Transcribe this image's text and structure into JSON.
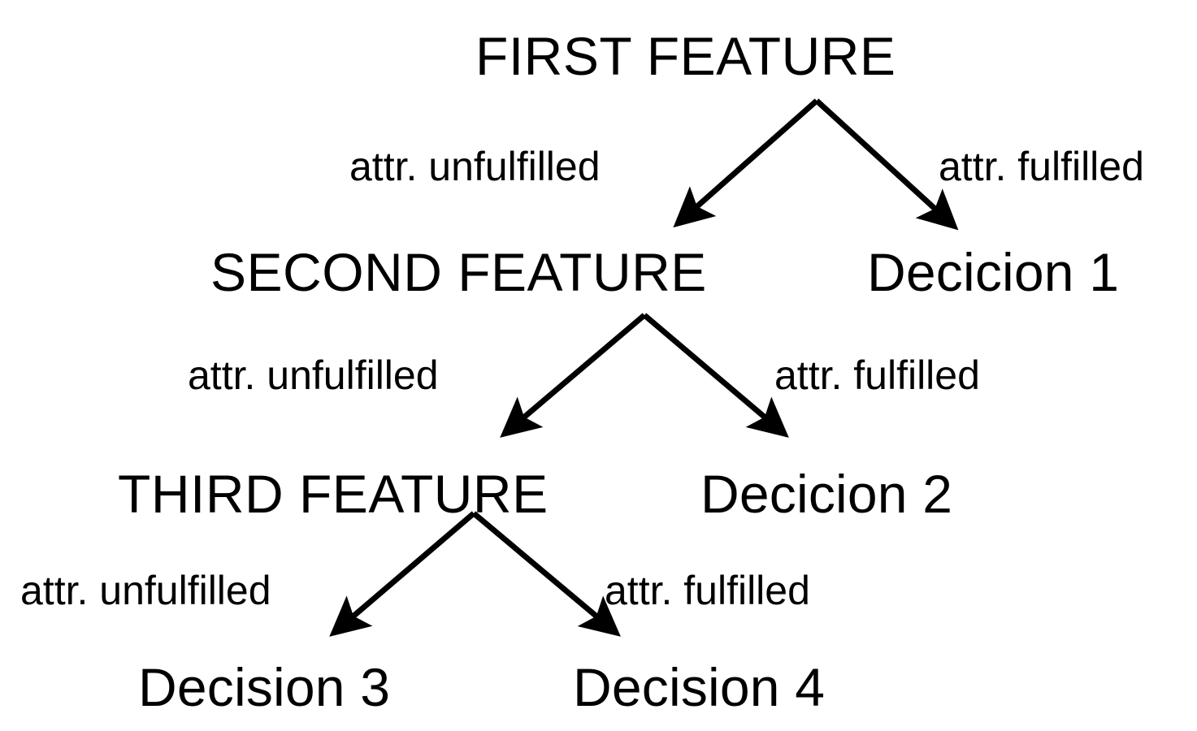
{
  "diagram": {
    "type": "decision-tree",
    "title": "Decision tree with three feature tests and four decisions",
    "background_color": "#ffffff",
    "stroke_color": "#000000",
    "text_color": "#000000",
    "levels": 3
  },
  "nodes": {
    "root": "FIRST FEATURE",
    "second": "SECOND FEATURE",
    "third": "THIRD FEATURE",
    "decision1": "Decicion 1",
    "decision2": "Decicion 2",
    "decision3": "Decision 3",
    "decision4": "Decision 4"
  },
  "edge_labels": {
    "level1_left": "attr. unfulfilled",
    "level1_right": "attr. fulfilled",
    "level2_left": "attr. unfulfilled",
    "level2_right": "attr. fulfilled",
    "level3_left": "attr. unfulfilled",
    "level3_right": "attr. fulfilled"
  }
}
